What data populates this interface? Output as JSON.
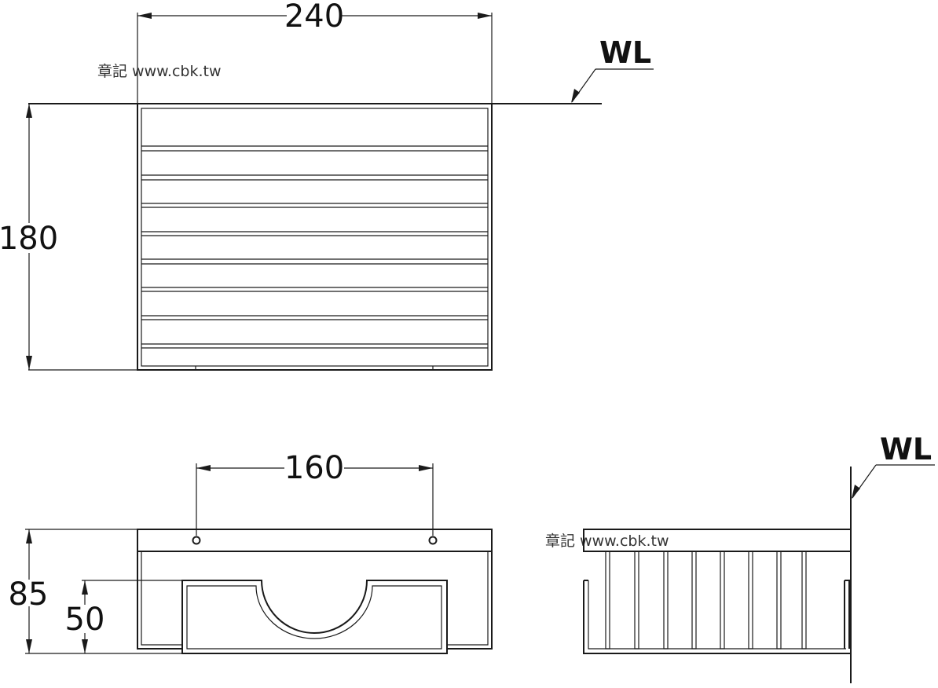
{
  "dimensions": {
    "top_width": "240",
    "top_height": "180",
    "front_mount_spacing": "160",
    "front_height": "85",
    "front_inner_height": "50"
  },
  "water_line_label": "WL",
  "watermark": "章記 www.cbk.tw"
}
